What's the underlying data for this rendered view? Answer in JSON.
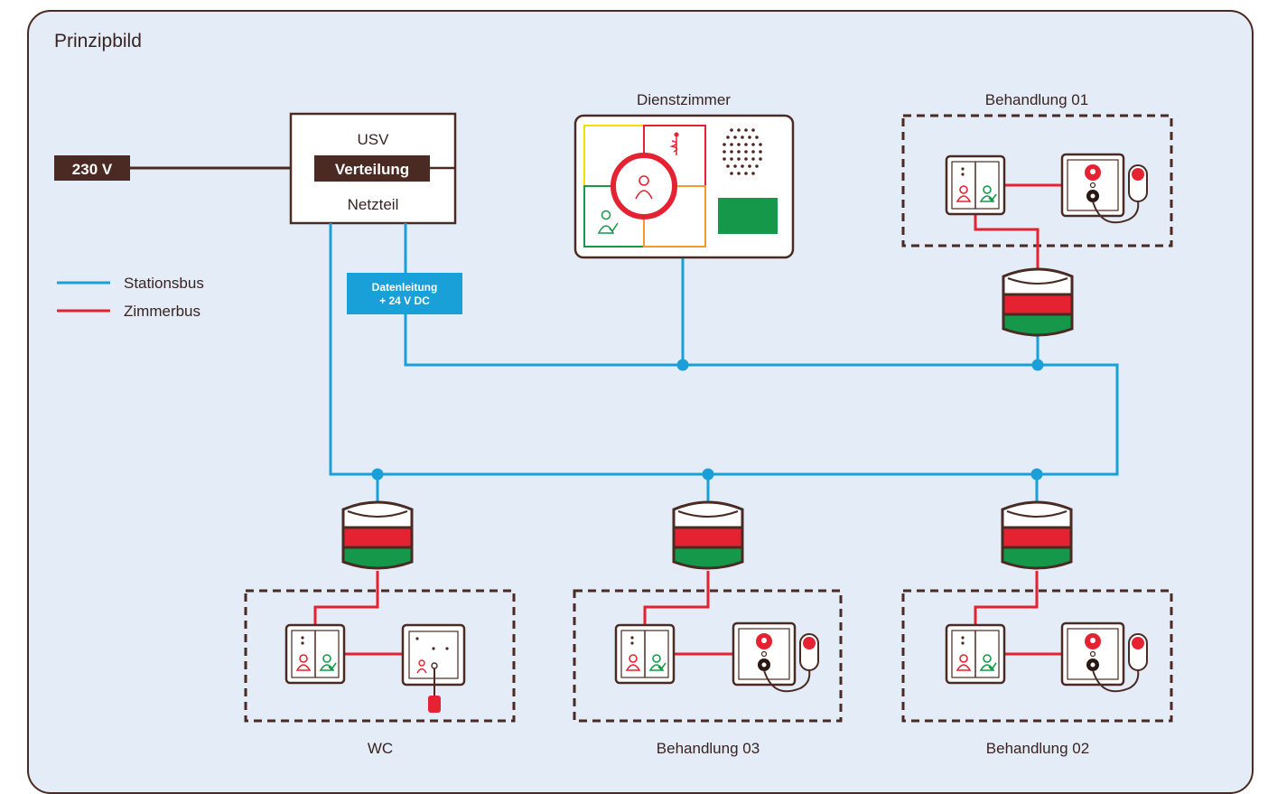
{
  "title": "Prinzipbild",
  "power": {
    "label": "230 V"
  },
  "usv_box": {
    "top": "USV",
    "middle": "Verteilung",
    "bottom": "Netzteil"
  },
  "data_line": {
    "line1": "Datenleitung",
    "line2": "+ 24 V DC"
  },
  "legend": [
    {
      "label": "Stationsbus",
      "color": "#1aa0d8"
    },
    {
      "label": "Zimmerbus",
      "color": "#e52231"
    }
  ],
  "rooms": {
    "dienstzimmer": "Dienstzimmer",
    "behandlung01": "Behandlung 01",
    "behandlung02": "Behandlung 02",
    "behandlung03": "Behandlung 03",
    "wc": "WC"
  },
  "colors": {
    "brand_dark": "#4a2a22",
    "station_bus": "#1aa0d8",
    "room_bus": "#e52231",
    "green": "#16984a",
    "yellow": "#f2e000",
    "orange": "#f39a2a",
    "background": "#e3ecf7"
  }
}
